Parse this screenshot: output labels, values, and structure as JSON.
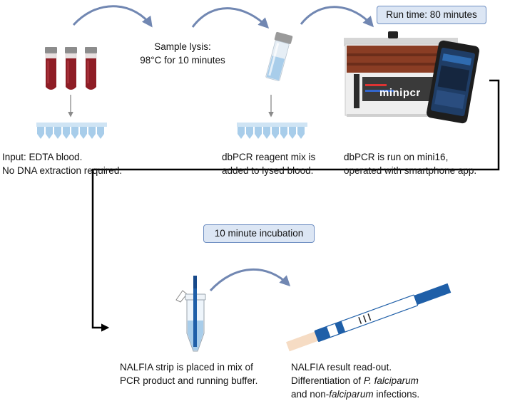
{
  "steps": {
    "input": {
      "line1": "Input: EDTA blood.",
      "line2": "No DNA extraction required."
    },
    "lysis": {
      "line1": "Sample lysis:",
      "line2": "98°C for 10 minutes"
    },
    "reagent": {
      "line1": "dbPCR reagent mix is",
      "line2": "added to lysed blood."
    },
    "run": {
      "line1": "dbPCR is run on mini16,",
      "line2": "operated with smartphone app."
    },
    "strip": {
      "line1": "NALFIA strip is placed in mix of",
      "line2": "PCR product and running buffer."
    },
    "readout": {
      "line1": "NALFIA result read-out.",
      "line2_pre": "Differentiation of ",
      "line2_italic": "P. falciparum",
      "line3_pre": "and non-",
      "line3_italic": "falciparum",
      "line3_post": " infections."
    }
  },
  "badges": {
    "runtime": "Run time: 80 minutes",
    "incubation": "10 minute incubation"
  },
  "device": {
    "brand": "minipcr"
  },
  "colors": {
    "blood": "#8e1d25",
    "tube_blue": "#a8cdea",
    "arrow_blue": "#7187b2",
    "strip_blue": "#1f5fa8",
    "badge_fill": "#dce6f4",
    "badge_border": "#6f8fc2"
  }
}
